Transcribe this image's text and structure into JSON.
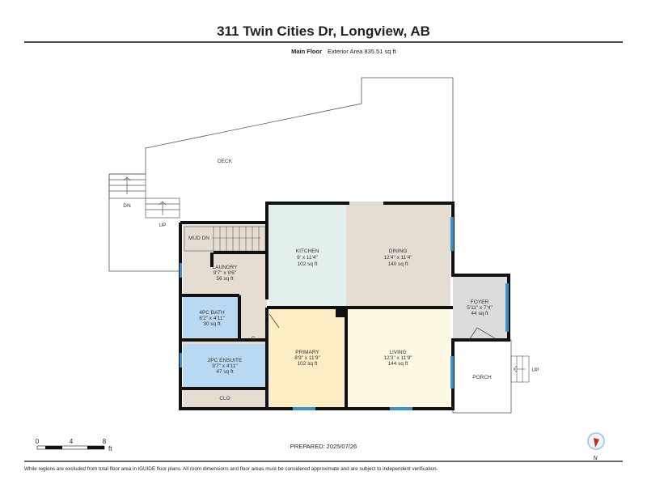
{
  "title": "311 Twin Cities Dr, Longview, AB",
  "floor": {
    "name": "Main Floor",
    "area": "Exterior Area 835.51 sq ft"
  },
  "rooms": {
    "deck": {
      "name": "DECK"
    },
    "kitchen": {
      "name": "KITCHEN",
      "dims": "9' x 11'4\"",
      "area": "102 sq ft"
    },
    "dining": {
      "name": "DINING",
      "dims": "12'4\" x 11'4\"",
      "area": "140 sq ft"
    },
    "laundry": {
      "name": "LAUNDRY",
      "dims": "9'7\" x 9'6\"",
      "area": "56 sq ft"
    },
    "bath4": {
      "name": "4PC BATH",
      "dims": "6'2\" x 4'11\"",
      "area": "30 sq ft"
    },
    "ensuite": {
      "name": "2PC ENSUITE",
      "dims": "9'7\" x 4'11\"",
      "area": "47 sq ft"
    },
    "clo": {
      "name": "CLO"
    },
    "closet_c": {
      "name": "C"
    },
    "primary": {
      "name": "PRIMARY",
      "dims": "8'9\" x 11'9\"",
      "area": "102 sq ft"
    },
    "living": {
      "name": "LIVING",
      "dims": "12'3\" x 11'9\"",
      "area": "144 sq ft"
    },
    "foyer": {
      "name": "FOYER",
      "dims": "5'11\" x 7'4\"",
      "area": "44 sq ft"
    },
    "porch": {
      "name": "PORCH"
    },
    "mud": {
      "name": "MUD DN"
    }
  },
  "stairs": {
    "deck_down": "DN",
    "deck_up": "UP",
    "porch_up": "UP"
  },
  "scale": {
    "ticks": [
      "0",
      "4",
      "8"
    ],
    "unit": "ft"
  },
  "prepared": "PREPARED: 2025/07/26",
  "compass": {
    "label": "N"
  },
  "disclaimer": "While regions are excluded from total floor area in iGUIDE floor plans. All room dimensions and floor areas must be considered approximate and are subject to independent verification.",
  "colors": {
    "kitchen": "#e3efec",
    "dining": "#e6ddd2",
    "laundry": "#e6ddd2",
    "bath": "#b9d9f3",
    "primary": "#fcedc4",
    "living": "#fdf8e2",
    "foyer": "#dcdcdc",
    "window": "#3f8fc6"
  }
}
